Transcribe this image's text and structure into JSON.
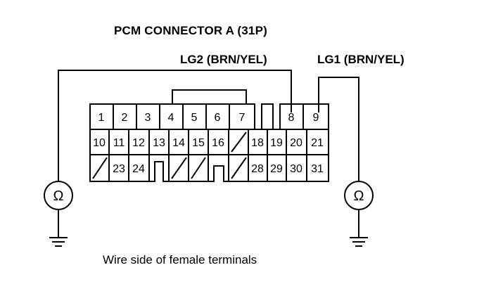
{
  "title": "PCM CONNECTOR A (31P)",
  "probes": {
    "lg2": {
      "label": "LG2 (BRN/YEL)",
      "terminal": "8"
    },
    "lg1": {
      "label": "LG1 (BRN/YEL)",
      "terminal": "9"
    }
  },
  "meter_symbol": "Ω",
  "caption": "Wire side of female terminals",
  "connector": {
    "rows": [
      [
        "1",
        "2",
        "3",
        "4",
        "5",
        "6",
        "7",
        "",
        "8",
        "9"
      ],
      [
        "10",
        "11",
        "12",
        "13",
        "14",
        "15",
        "16",
        "/",
        "18",
        "19",
        "20",
        "21"
      ],
      [
        "/",
        "23",
        "24",
        "",
        "/",
        "/",
        "",
        "/",
        "28",
        "29",
        "30",
        "31"
      ]
    ]
  }
}
